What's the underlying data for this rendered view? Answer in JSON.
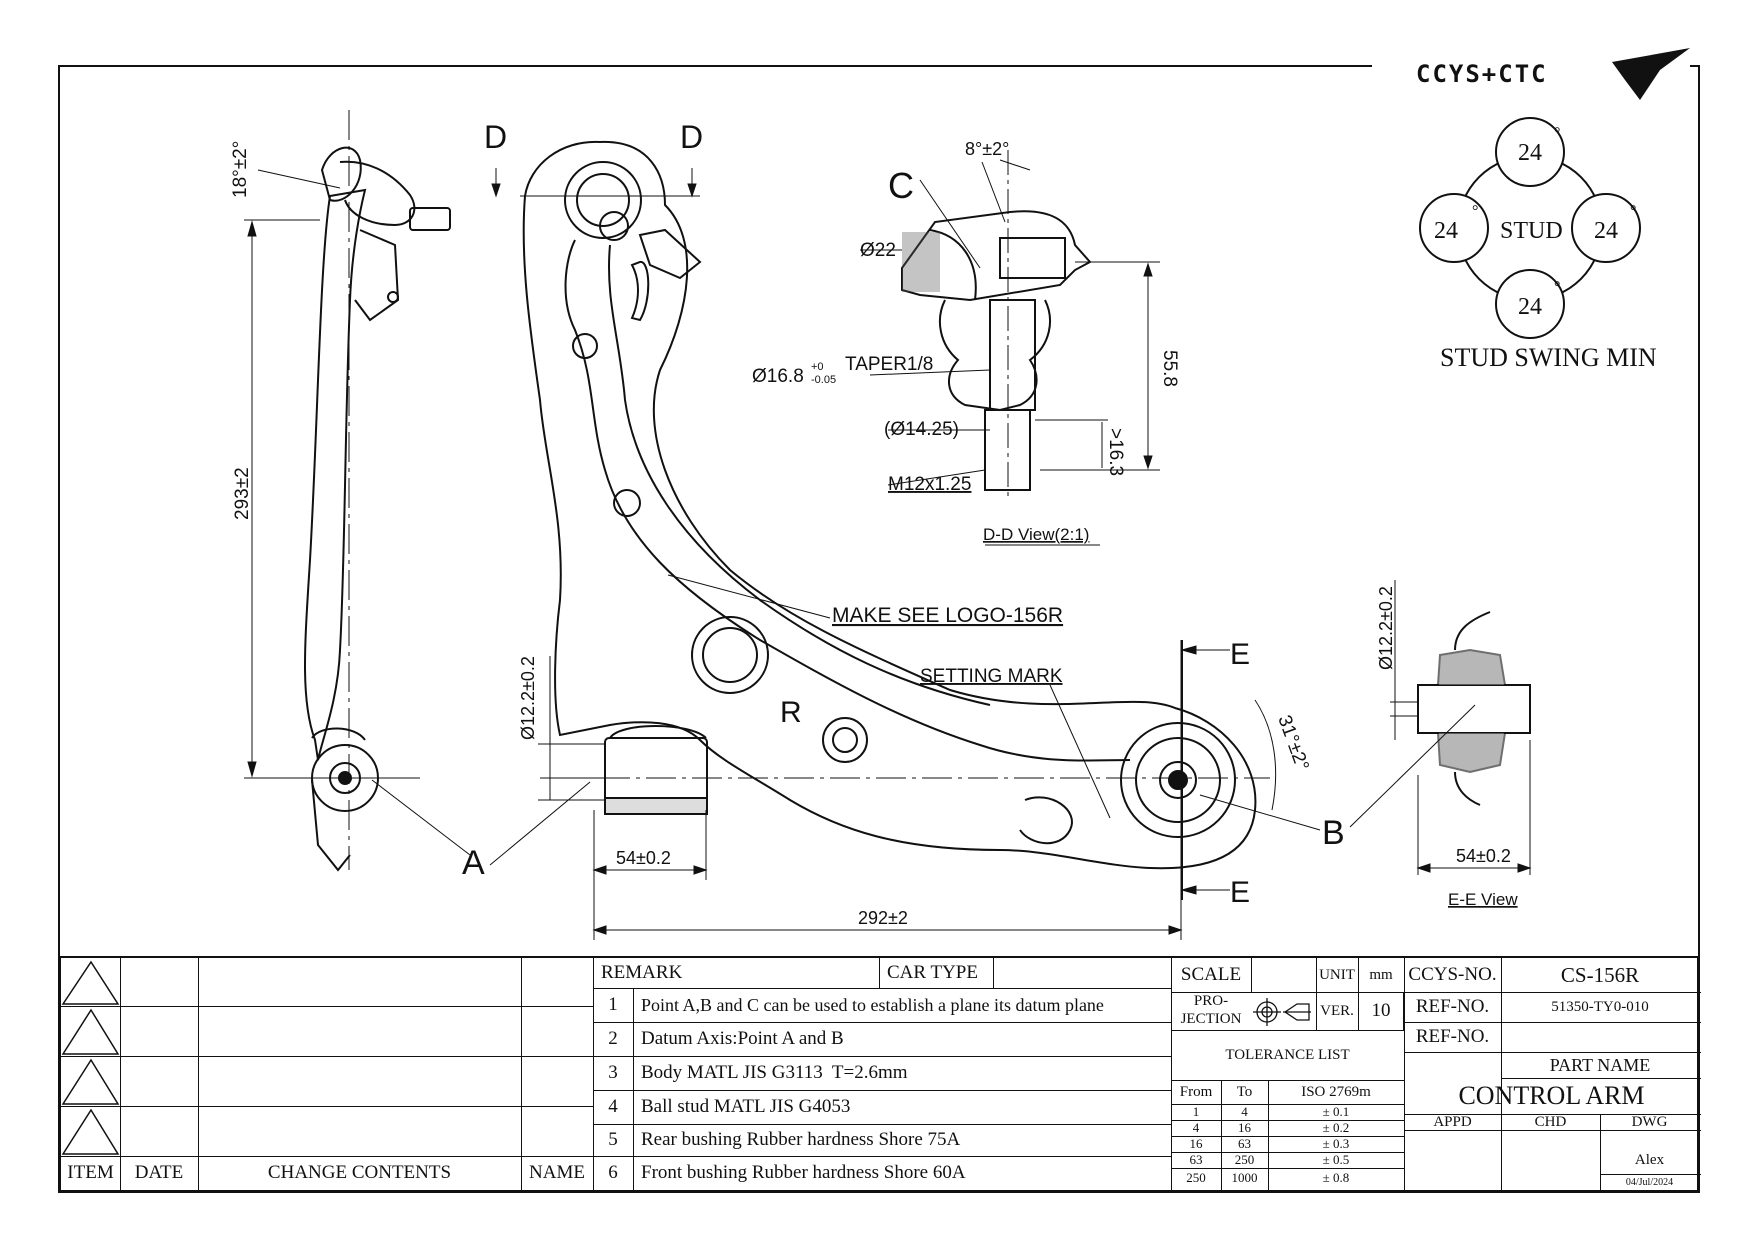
{
  "brand": {
    "logo_text": "CCYS+CTC"
  },
  "labels": {
    "d_left": "D",
    "d_right": "D",
    "c": "C",
    "r": "R",
    "a": "A",
    "b": "B",
    "e_top": "E",
    "e_bottom": "E",
    "angle_18": "18°±2°",
    "dim_293": "293±2",
    "angle_8": "8°±2°",
    "dia_22": "Ø22",
    "dia_168": "Ø16.8",
    "dia_168_tol_up": "+0",
    "dia_168_tol_dn": "-0.05",
    "taper": "TAPER1/8",
    "dia_1425": "(Ø14.25)",
    "thread": "M12x1.25",
    "dim_558": "55.8",
    "dim_163": ">16.3",
    "dd_view": "D-D View(2:1)",
    "logo_note": "MAKE SEE LOGO-156R",
    "setting_mark": "SETTING MARK",
    "angle_31": "31°±2°",
    "dia_122_left": "Ø12.2±0.2",
    "dia_122_right": "Ø12.2±0.2",
    "dim_54_left": "54±0.2",
    "dim_54_right": "54±0.2",
    "dim_292": "292±2",
    "ee_view": "E-E View"
  },
  "stud_swing": {
    "center": "STUD",
    "top": "24",
    "left": "24",
    "right": "24",
    "bottom": "24",
    "degree_mark": "°",
    "caption": "STUD SWING MIN"
  },
  "revision": {
    "headers": {
      "item": "ITEM",
      "date": "DATE",
      "change": "CHANGE CONTENTS",
      "name": "NAME"
    }
  },
  "remarks": {
    "header": "REMARK",
    "car_type": "CAR TYPE",
    "items": [
      {
        "no": "1",
        "text": "Point A,B and C can be used to establish a plane its datum plane"
      },
      {
        "no": "2",
        "text": "Datum Axis:Point A and B"
      },
      {
        "no": "3",
        "text": "Body MATL JIS G3113  T=2.6mm"
      },
      {
        "no": "4",
        "text": "Ball stud MATL JIS G4053"
      },
      {
        "no": "5",
        "text": "Rear bushing Rubber hardness Shore 75A"
      },
      {
        "no": "6",
        "text": "Front bushing Rubber hardness Shore 60A"
      }
    ]
  },
  "info": {
    "scale_label": "SCALE",
    "unit_label": "UNIT",
    "unit_value": "mm",
    "projection_label_1": "PRO-",
    "projection_label_2": "JECTION",
    "ver_label": "VER.",
    "ver_value": "10",
    "tolerance_title": "TOLERANCE LIST",
    "tol_headers": {
      "from": "From",
      "to": "To",
      "iso": "ISO 2769m"
    },
    "tolerances": [
      {
        "from": "1",
        "to": "4",
        "tol": "± 0.1"
      },
      {
        "from": "4",
        "to": "16",
        "tol": "± 0.2"
      },
      {
        "from": "16",
        "to": "63",
        "tol": "± 0.3"
      },
      {
        "from": "63",
        "to": "250",
        "tol": "± 0.5"
      },
      {
        "from": "250",
        "to": "1000",
        "tol": "± 0.8"
      }
    ]
  },
  "part": {
    "ccys_no_label": "CCYS-NO.",
    "ccys_no": "CS-156R",
    "ref_no_label": "REF-NO.",
    "ref_no": "51350-TY0-010",
    "ref_no2_label": "REF-NO.",
    "ref_no2": "",
    "part_name_label": "PART NAME",
    "part_name": "CONTROL ARM",
    "appd": "APPD",
    "chd": "CHD",
    "dwg": "DWG",
    "drawn_by": "Alex",
    "date": "04/Jul/2024"
  }
}
